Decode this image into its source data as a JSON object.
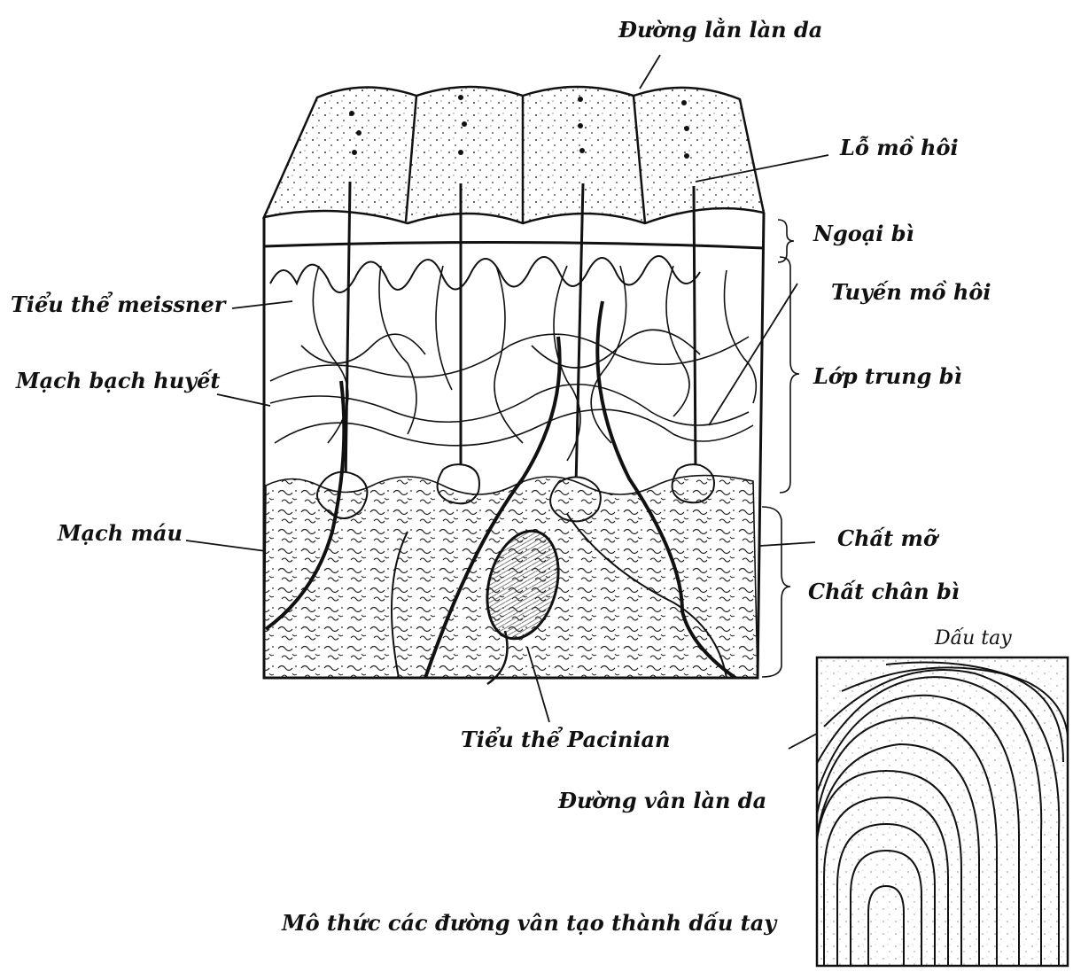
{
  "labels": {
    "surface_ridge": "Đường lằn làn da",
    "sweat_pore": "Lỗ mồ hôi",
    "epidermis": "Ngoại bì",
    "meissner": "Tiểu thể meissner",
    "sweat_gland": "Tuyến mồ hôi",
    "lymph_vessel": "Mạch bạch huyết",
    "dermis": "Lớp trung bì",
    "blood_vessel": "Mạch máu",
    "fat": "Chất mỡ",
    "hypodermis": "Chất chân bì",
    "fingerprint": "Dấu tay",
    "pacinian": "Tiểu thể Pacinian",
    "skin_ridge_line": "Đường vân làn da",
    "caption": "Mô thức các đường vân tạo thành dấu tay"
  },
  "colors": {
    "ink": "#111111",
    "paper": "#ffffff"
  }
}
